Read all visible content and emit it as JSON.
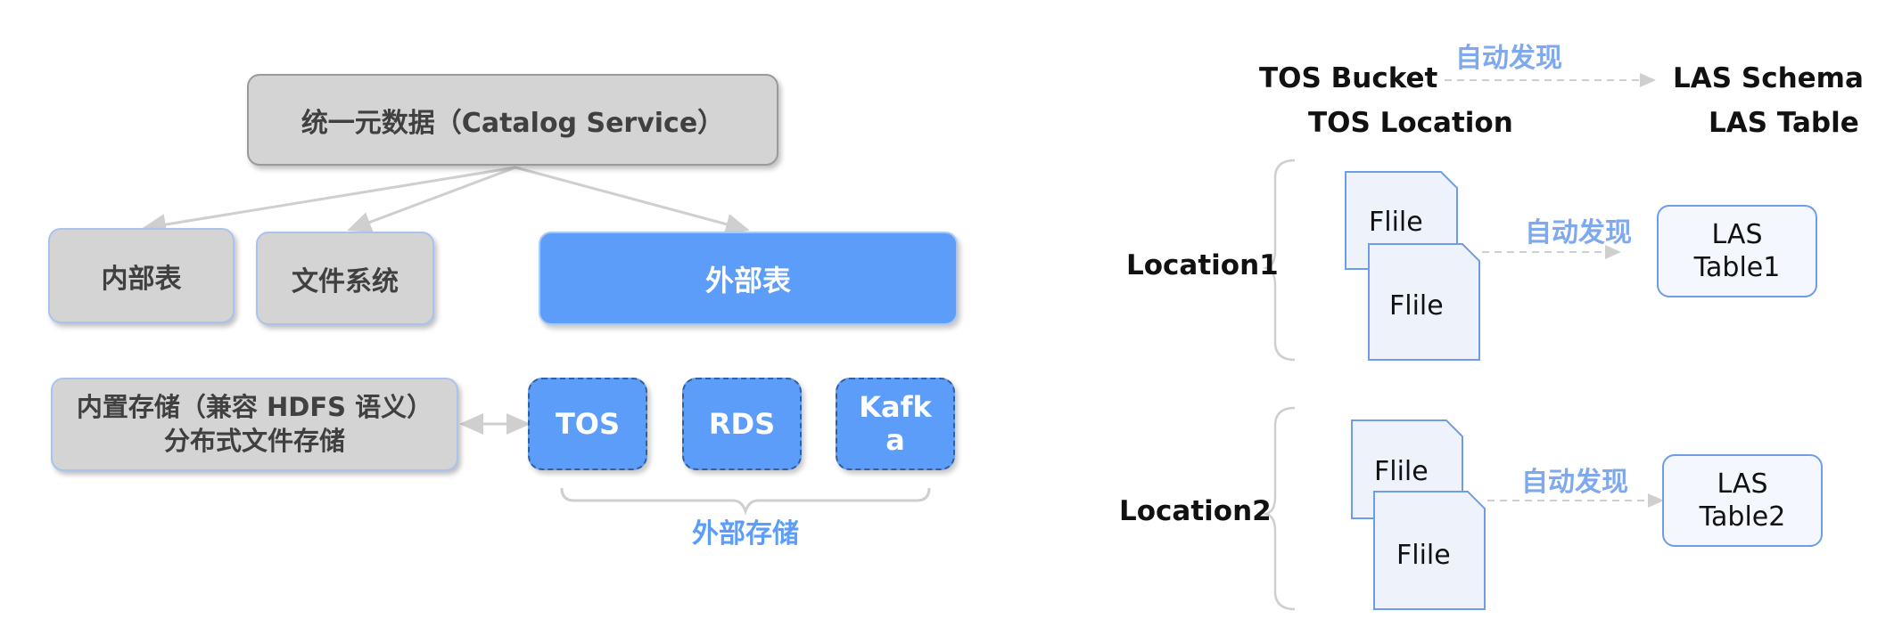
{
  "left": {
    "catalog": "统一元数据（Catalog Service）",
    "internal_table": "内部表",
    "file_system": "文件系统",
    "external_table": "外部表",
    "builtin_storage_line1": "内置存储（兼容 HDFS 语义）",
    "builtin_storage_line2": "分布式文件存储",
    "tos": "TOS",
    "rds": "RDS",
    "kafka_line1": "Kafk",
    "kafka_line2": "a",
    "external_storage": "外部存储"
  },
  "right": {
    "tos_bucket": "TOS Bucket",
    "tos_location": "TOS Location",
    "las_schema": "LAS Schema",
    "las_table": "LAS Table",
    "auto_discover": "自动发现",
    "location1": "Location1",
    "location2": "Location2",
    "file": "Flile",
    "las1_line1": "LAS",
    "las1_line2": "Table1",
    "las2_line1": "LAS",
    "las2_line2": "Table2"
  },
  "colors": {
    "accent_blue": "#5b9df8",
    "discover_blue": "#7fa9ee",
    "gray_box": "#d4d4d4",
    "file_fill": "#eef2fb",
    "file_stroke": "#6f9ce8"
  }
}
